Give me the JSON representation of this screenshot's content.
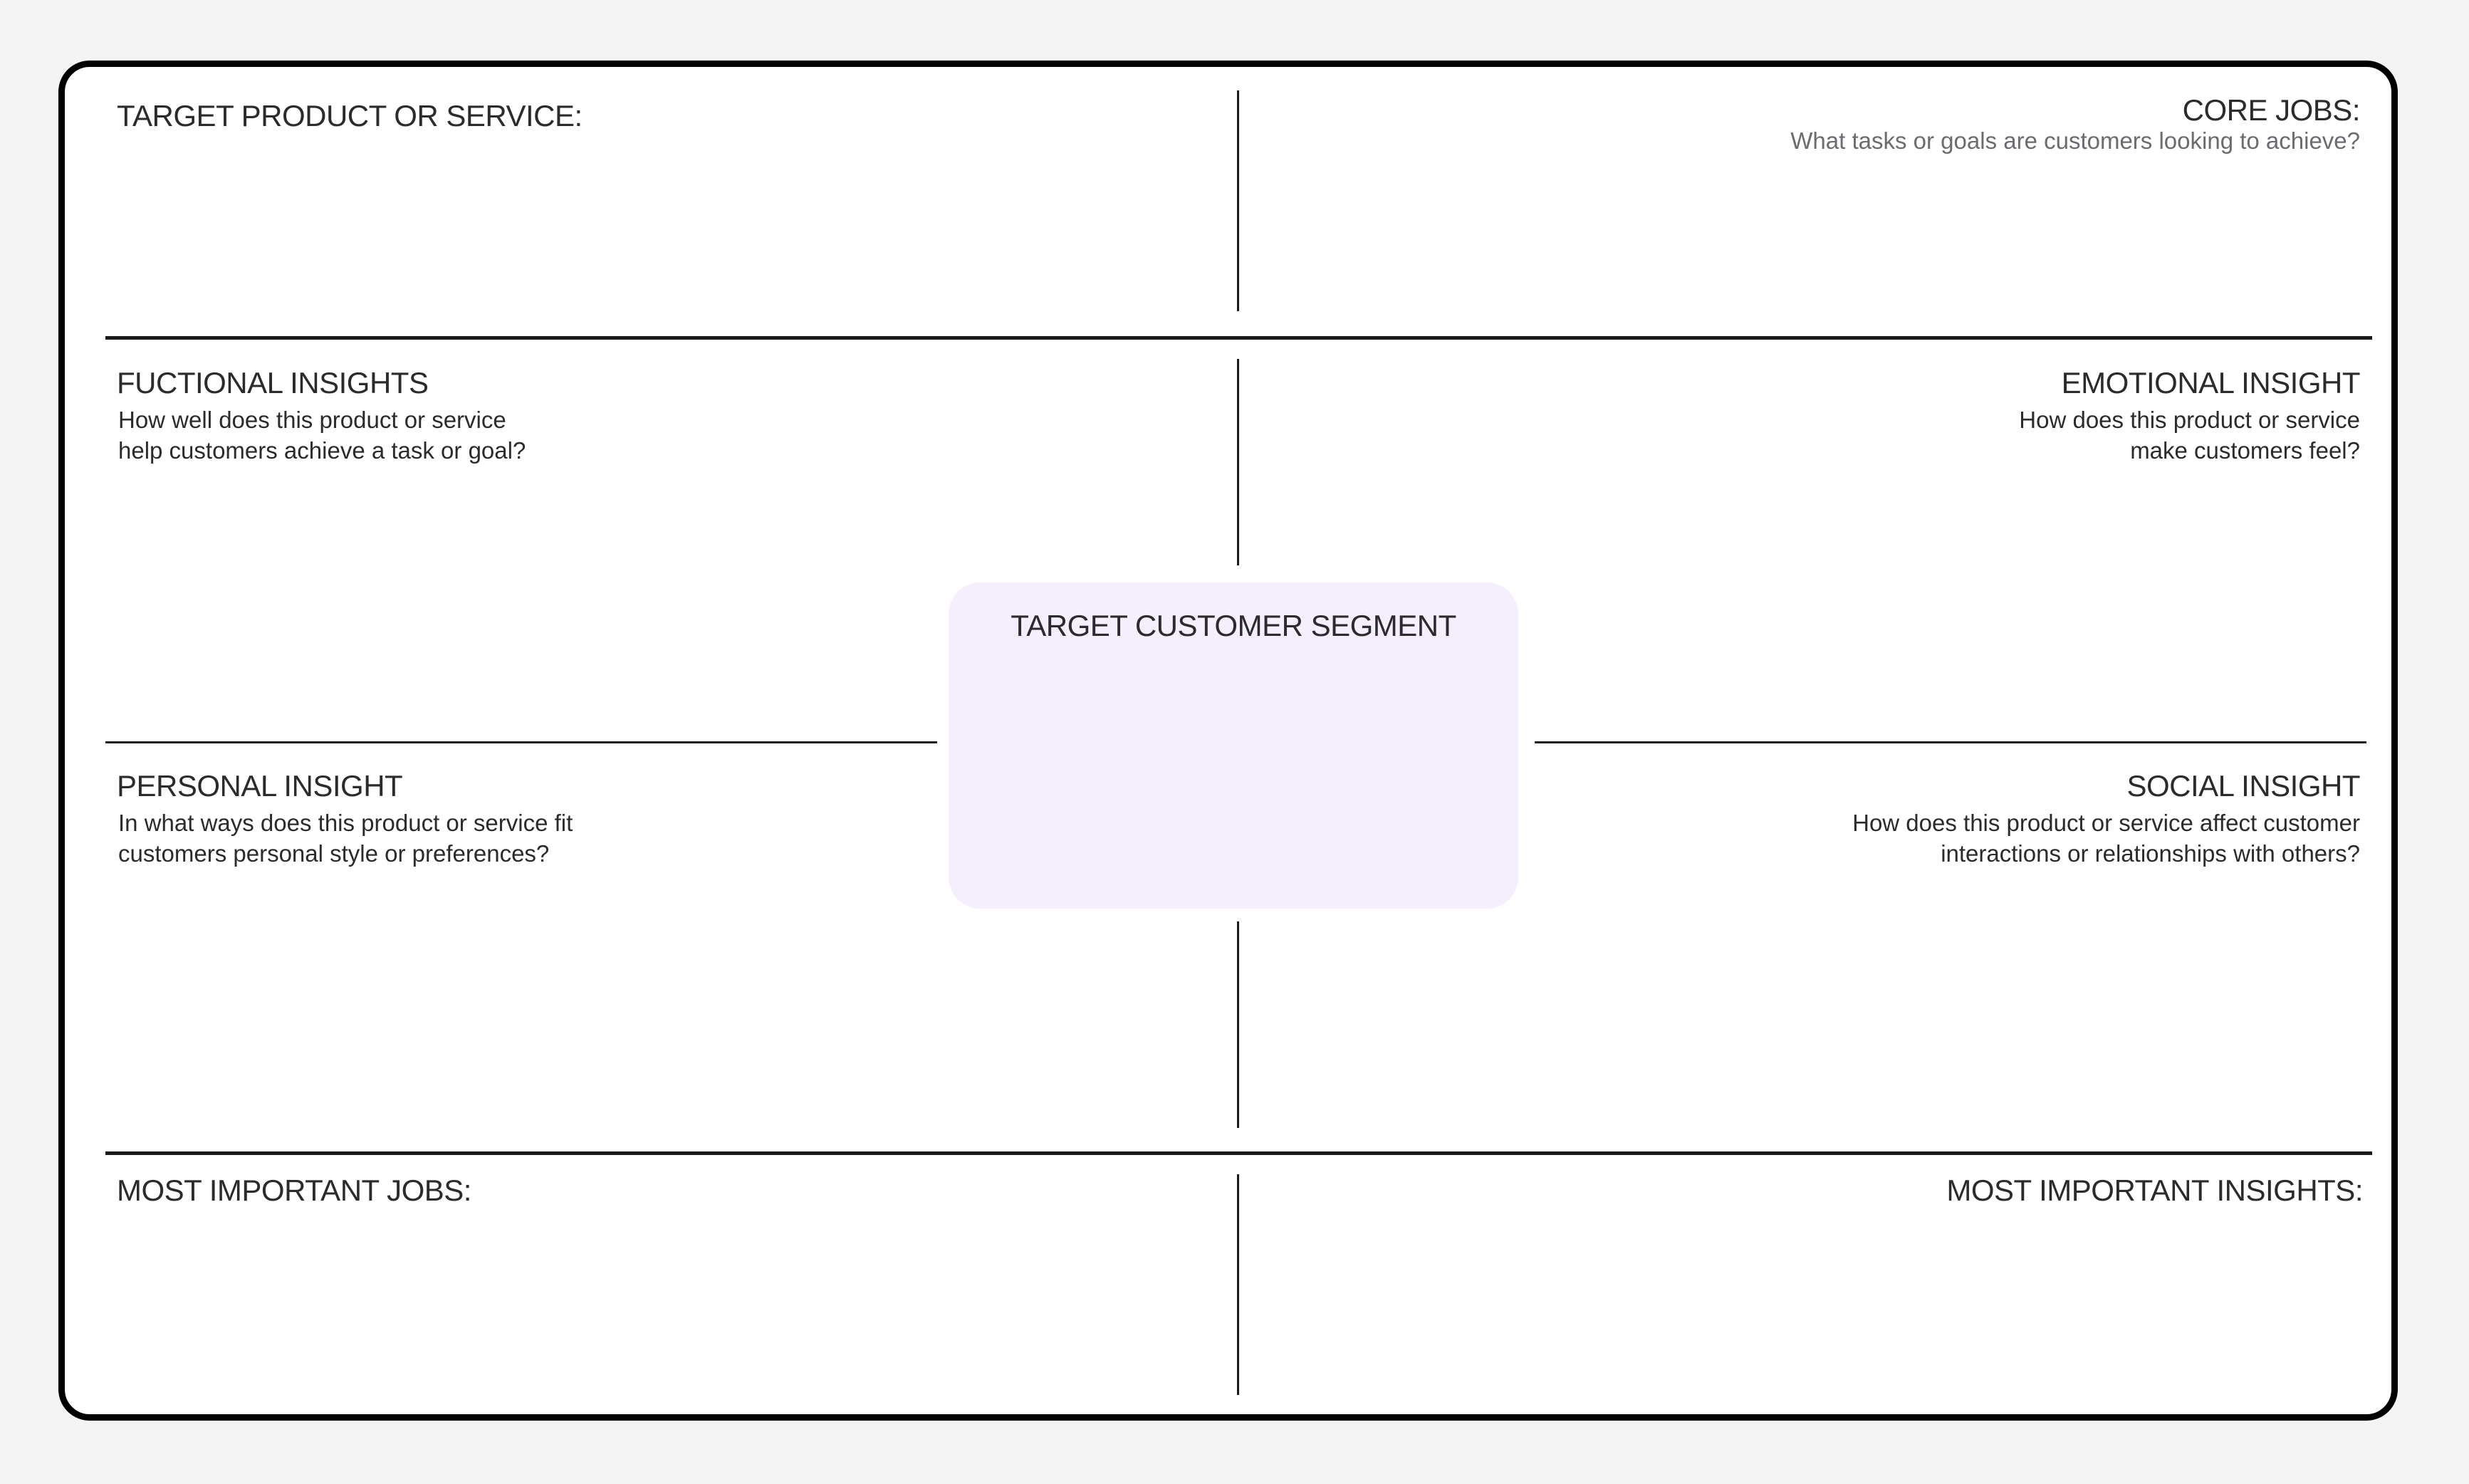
{
  "sections": {
    "target_product": {
      "title": "TARGET PRODUCT OR SERVICE:"
    },
    "core_jobs": {
      "title": "CORE JOBS:",
      "description": "What tasks or goals are customers looking to achieve?"
    },
    "functional": {
      "title": "FUCTIONAL INSIGHTS",
      "description": "How well does this product or service\nhelp customers achieve a task or goal?"
    },
    "emotional": {
      "title": "EMOTIONAL INSIGHT",
      "description": "How does this product or service\nmake customers feel?"
    },
    "segment": {
      "title": "TARGET CUSTOMER SEGMENT"
    },
    "personal": {
      "title": "PERSONAL INSIGHT",
      "description": "In what ways does this product or service fit\ncustomers personal style or preferences?"
    },
    "social": {
      "title": "SOCIAL INSIGHT",
      "description": "How does this product or service affect customer\ninteractions or relationships with others?"
    },
    "important_jobs": {
      "title": "MOST IMPORTANT JOBS:"
    },
    "important_insights": {
      "title": "MOST IMPORTANT INSIGHTS:"
    }
  },
  "colors": {
    "background": "#f4f4f4",
    "board": "#ffffff",
    "border": "#000000",
    "segment_fill": "#f4eefd",
    "text": "#2b2b2e"
  }
}
